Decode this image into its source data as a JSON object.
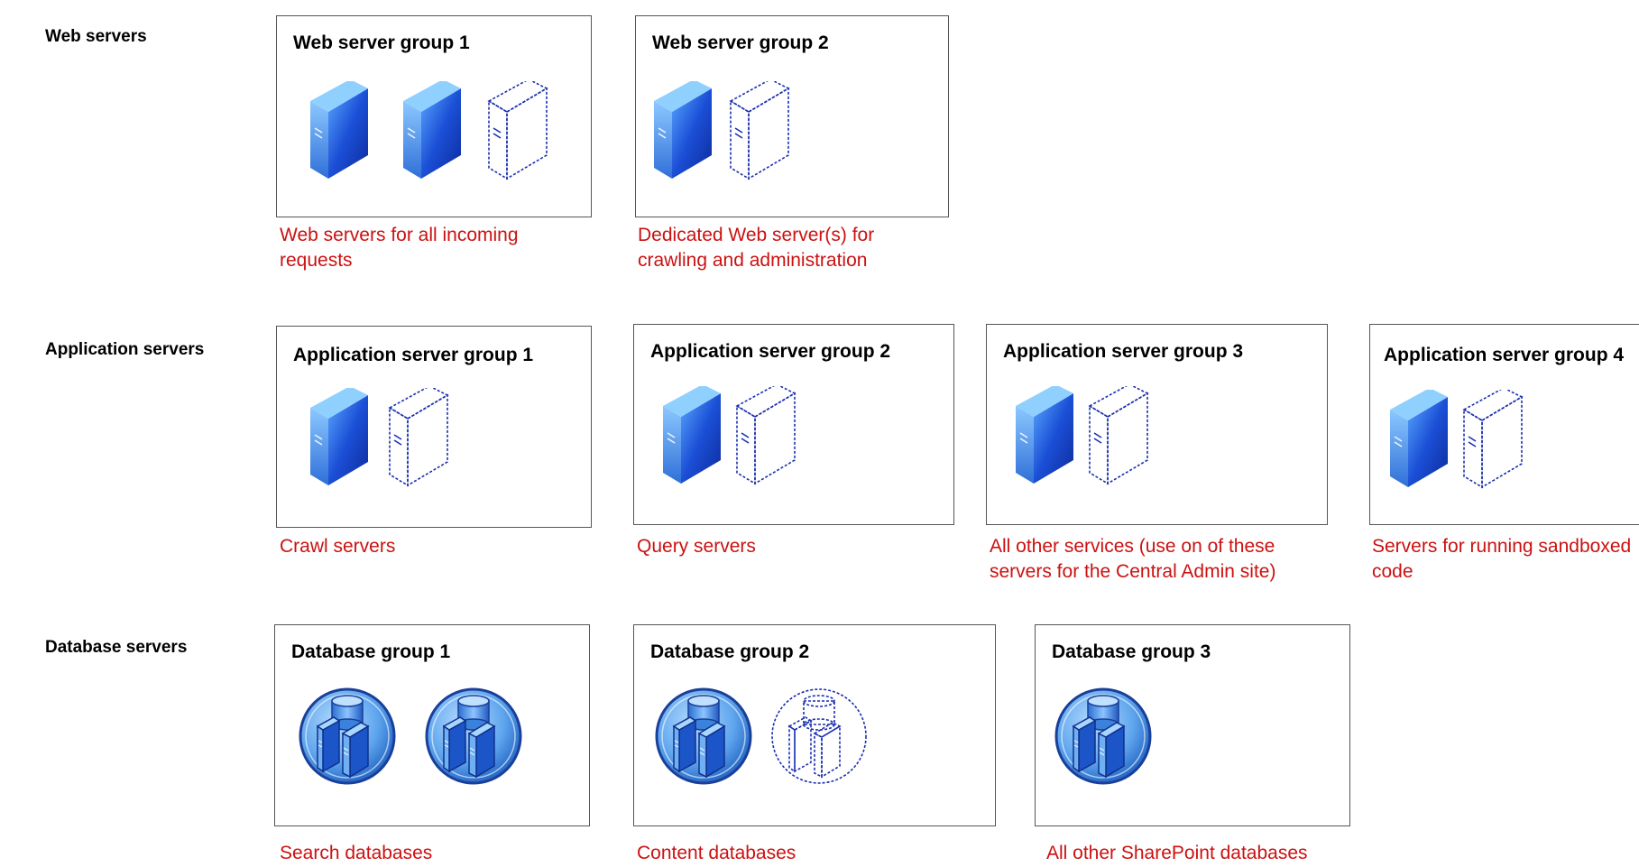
{
  "rows": {
    "web": "Web servers",
    "app": "Application servers",
    "db": "Database servers"
  },
  "web_groups": [
    {
      "title": "Web server group 1",
      "caption": "Web servers for all incoming requests"
    },
    {
      "title": "Web server group 2",
      "caption": "Dedicated Web server(s) for crawling and administration"
    }
  ],
  "app_groups": [
    {
      "title": "Application server group 1",
      "caption": "Crawl servers"
    },
    {
      "title": "Application server group 2",
      "caption": "Query servers"
    },
    {
      "title": "Application server group 3",
      "caption": "All other services (use on of these servers for the Central Admin site)"
    },
    {
      "title": "Application server group 4",
      "caption": "Servers for running sandboxed code"
    }
  ],
  "db_groups": [
    {
      "title": "Database group 1",
      "caption": "Search databases"
    },
    {
      "title": "Database group 2",
      "caption": "Content databases"
    },
    {
      "title": "Database group 3",
      "caption": "All other SharePoint databases"
    }
  ],
  "colors": {
    "caption": "#cc1111",
    "server_blue": "#1a4fd0",
    "db_blue": "#3f8de0",
    "placeholder_outline": "#1a2fb0"
  },
  "icons": {
    "server": "server-icon",
    "server_placeholder": "server-placeholder-icon",
    "database": "database-server-icon",
    "database_placeholder": "database-placeholder-icon"
  }
}
